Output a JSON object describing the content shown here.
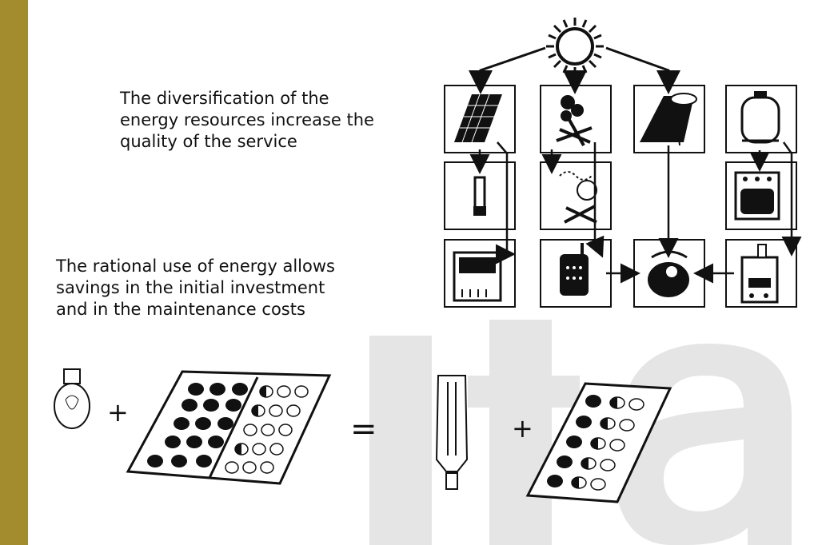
{
  "colors": {
    "sidebar": "#A38C2E",
    "watermark": "#E5E5E5",
    "ink": "#111111"
  },
  "text_blocks": {
    "diversification": [
      "The diversification of the",
      "energy resources increase the",
      "quality of the service"
    ],
    "rational_use": [
      "The rational use of energy allows",
      "savings in the initial investment",
      "and in the maintenance costs"
    ]
  },
  "diagram": {
    "source": "sun-icon",
    "row1": [
      "solar-panel-icon",
      "firewood-icon",
      "solar-water-heater-icon",
      "gas-cylinder-icon"
    ],
    "row2": [
      "cfl-lamp-icon",
      "cooking-fire-icon",
      "",
      "gas-stove-icon"
    ],
    "row3": [
      "refrigerator-icon",
      "water-heater-tank-icon",
      "shower-icon",
      "gas-boiler-icon"
    ]
  },
  "equation": {
    "left": [
      "incandescent-bulb-icon",
      "large-solar-panel-icon"
    ],
    "right": [
      "fluorescent-tube-icon",
      "small-solar-panel-icon"
    ],
    "plus_symbol": "+",
    "equals_symbol": "="
  }
}
